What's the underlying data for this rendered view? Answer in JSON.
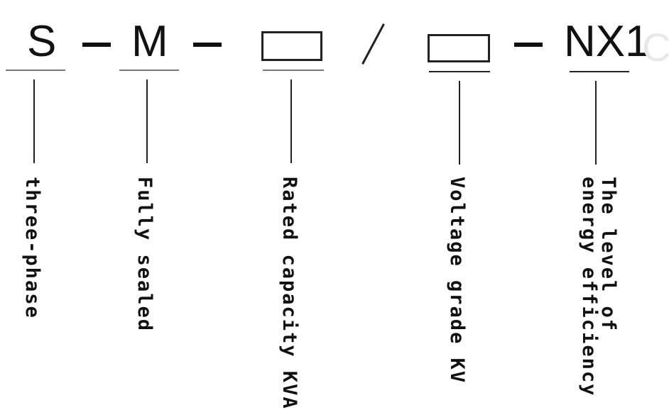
{
  "code": {
    "s": "S",
    "m": "M",
    "slash": "/",
    "nx1": "NX1"
  },
  "labels": {
    "three_phase": "three-phase",
    "fully_sealed": "Fully sealed",
    "rated_capacity": "Rated capacity KVA",
    "voltage_grade": "Voltage grade KV",
    "efficiency": "The level of\nenergy efficiency"
  }
}
